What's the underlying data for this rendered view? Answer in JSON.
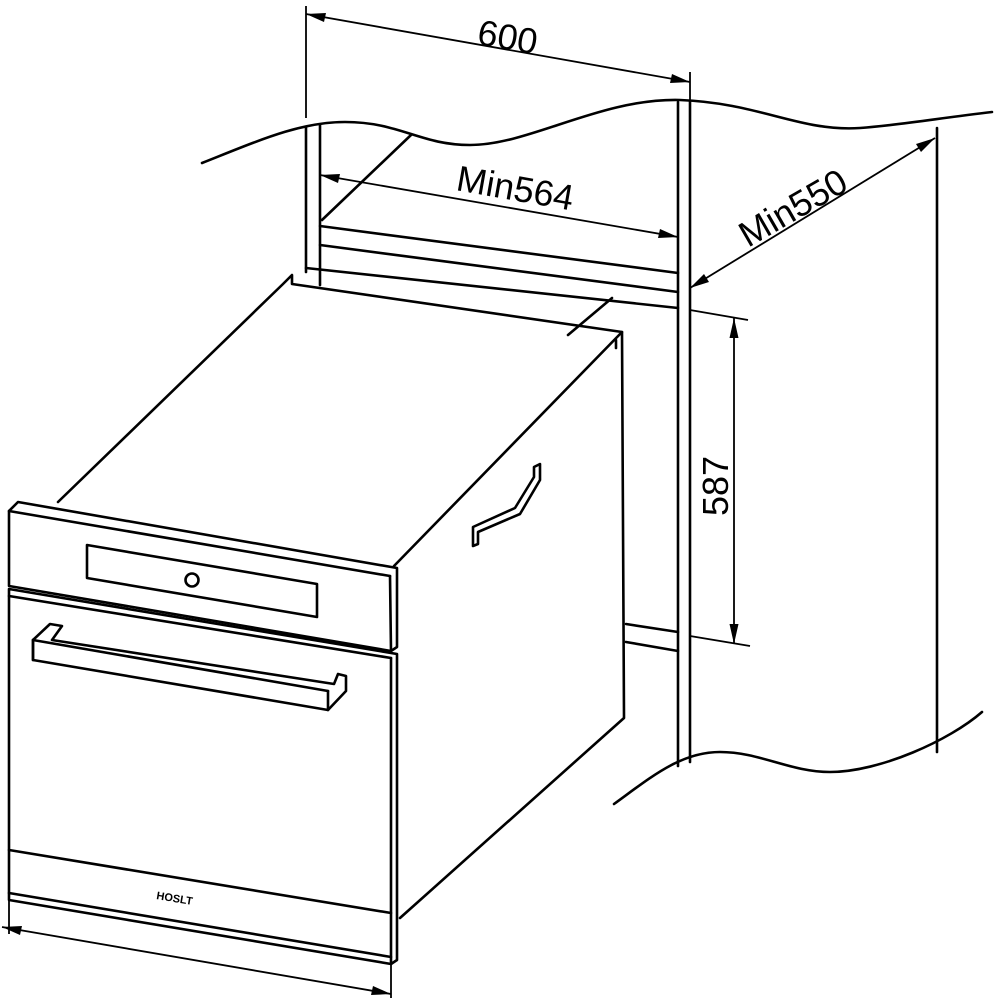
{
  "dimensions": {
    "width_overall": "600",
    "cabinet_inner_width": "Min564",
    "cabinet_depth": "Min550",
    "niche_height": "587"
  },
  "appliance": {
    "brand_label": "HOSLT"
  }
}
